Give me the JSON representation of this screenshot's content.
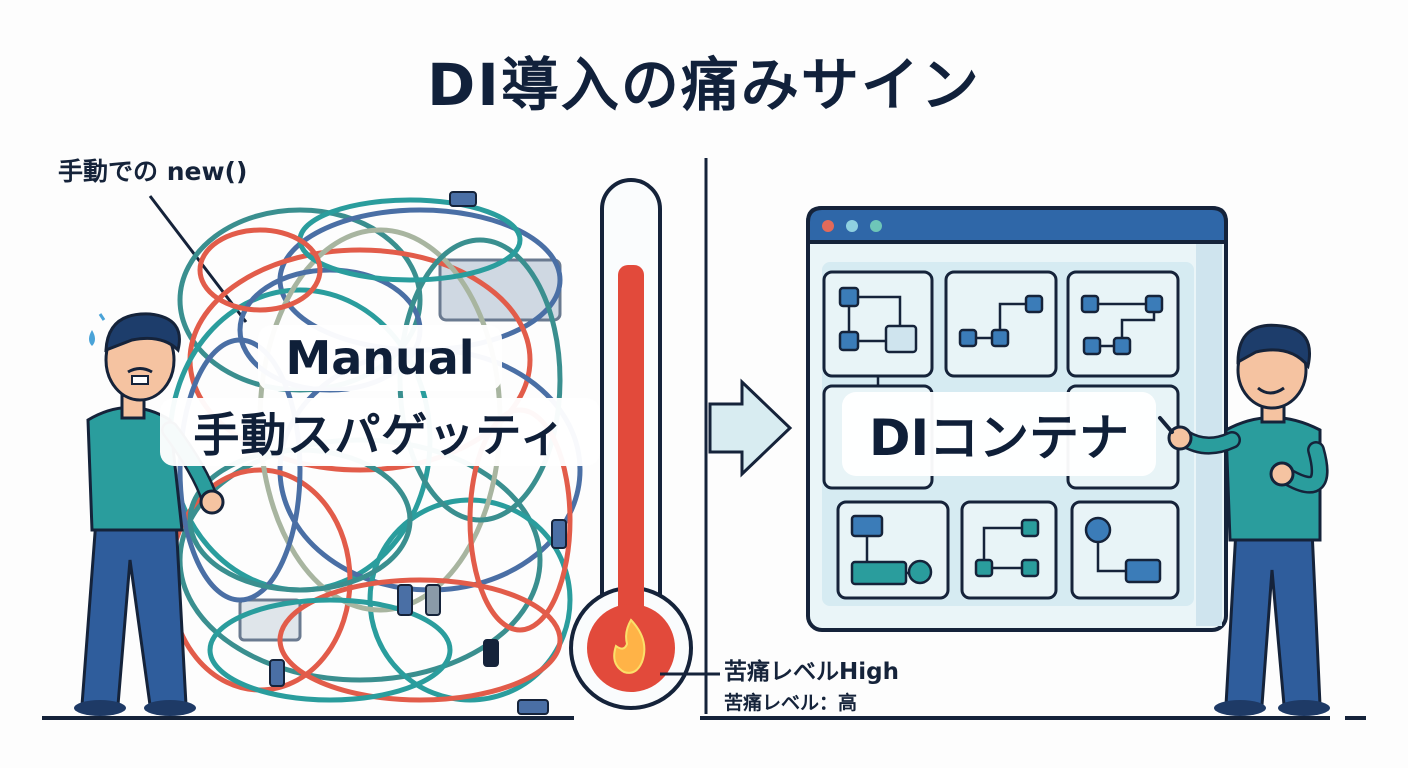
{
  "title": "DI導入の痛みサイン",
  "left": {
    "callout": "手動での new()",
    "label_en": "Manual",
    "label_ja": "手動スパゲッティ"
  },
  "right": {
    "label": "DIコンテナ"
  },
  "thermometer": {
    "pain_label": "苦痛レベルHigh",
    "pain_label_ja": "苦痛レベル：高"
  },
  "colors": {
    "navy": "#15233a",
    "teal": "#2a9d9d",
    "red": "#e04a3c",
    "window_bg": "#dbeef3",
    "arrow_fill": "#d8ecf1"
  }
}
